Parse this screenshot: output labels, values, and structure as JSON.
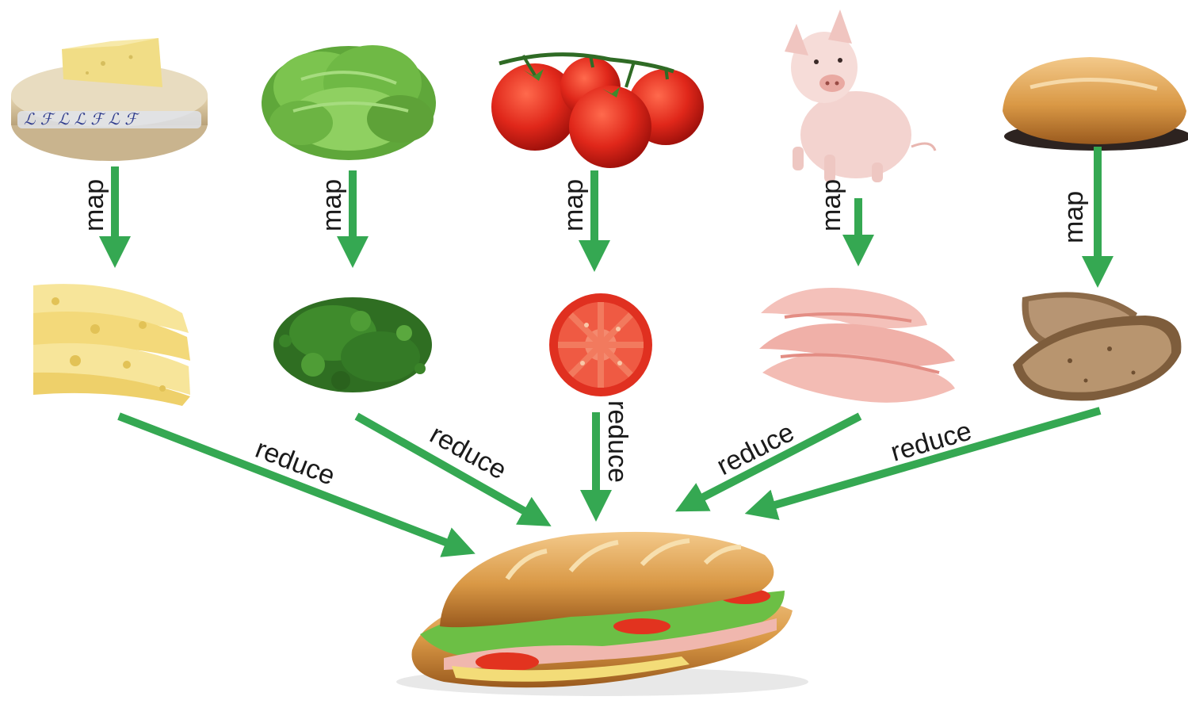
{
  "colors": {
    "arrow": "#35a852",
    "background": "#ffffff"
  },
  "columns": [
    {
      "id": "cheese",
      "raw_icon": "cheese-wheel-icon",
      "processed_icon": "cheese-slices-icon",
      "map_label": "map",
      "reduce_label": "reduce"
    },
    {
      "id": "lettuce",
      "raw_icon": "lettuce-head-icon",
      "processed_icon": "chopped-lettuce-icon",
      "map_label": "map",
      "reduce_label": "reduce"
    },
    {
      "id": "tomato",
      "raw_icon": "tomato-vine-icon",
      "processed_icon": "tomato-slice-icon",
      "map_label": "map",
      "reduce_label": "reduce"
    },
    {
      "id": "pig",
      "raw_icon": "pig-icon",
      "processed_icon": "ham-slices-icon",
      "map_label": "map",
      "reduce_label": "reduce"
    },
    {
      "id": "bread",
      "raw_icon": "bread-loaf-icon",
      "processed_icon": "bread-slices-icon",
      "map_label": "map",
      "reduce_label": "reduce"
    }
  ],
  "result": {
    "icon": "sandwich-icon"
  }
}
